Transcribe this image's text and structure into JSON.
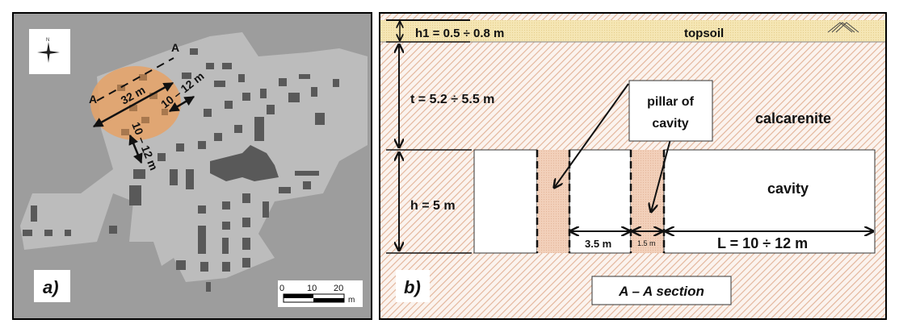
{
  "panel_a": {
    "label": "a)",
    "compass_letter": "N",
    "section_start": "A",
    "section_end": "A",
    "dim_length": "32 m",
    "dim_spacing_1": "10 – 12 m",
    "dim_spacing_2": "10 – 12 m",
    "scale_ticks": [
      "0",
      "10",
      "20"
    ],
    "scale_unit": "m",
    "colors": {
      "highlight": "#e3a36a",
      "background": "#9d9d9d",
      "tunnels": "#bcbcbc",
      "pillars": "#595959"
    }
  },
  "panel_b": {
    "label": "b)",
    "h1": "h1 = 0.5 ÷ 0.8 m",
    "topsoil": "topsoil",
    "t": "t = 5.2 ÷ 5.5 m",
    "h": "h = 5 m",
    "calcarenite": "calcarenite",
    "callout_line1": "pillar of",
    "callout_line2": "cavity",
    "cavity": "cavity",
    "width_cavity": "3.5 m",
    "width_pillar": "1.5 m",
    "L": "L = 10 ÷ 12 m",
    "section_title": "A – A section",
    "colors": {
      "topsoil": "#f6e7b8",
      "calcarenite_hatch": "#e8b99a",
      "pillar": "#f0cdb5"
    }
  }
}
